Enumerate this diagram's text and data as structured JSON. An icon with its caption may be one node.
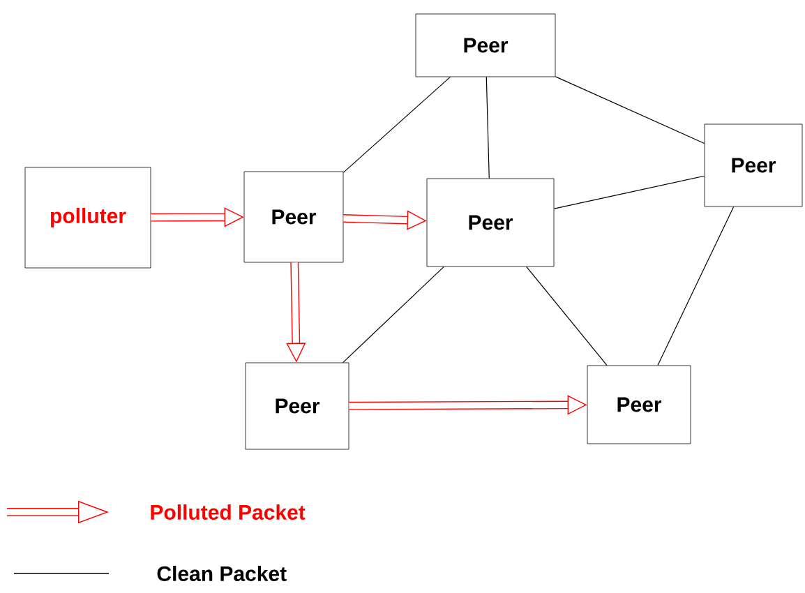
{
  "diagram": {
    "nodes": [
      {
        "text": [
          "polluter"
        ]
      },
      {
        "text": [
          "Peer"
        ]
      },
      {
        "text": [
          "Peer"
        ]
      },
      {
        "text": [
          "Peer"
        ]
      },
      {
        "text": [
          "Peer"
        ]
      },
      {
        "text": [
          "Peer"
        ]
      },
      {
        "text": [
          "Peer"
        ]
      }
    ],
    "edges": [
      {
        "from": 0,
        "to": 1,
        "arrow": "to",
        "style": "thick",
        "color": "#ff0000"
      },
      {
        "from": 1,
        "to": 3,
        "arrow": "to",
        "style": "thick",
        "color": "#ff0000"
      },
      {
        "from": 1,
        "to": 5,
        "arrow": "to",
        "style": "thick",
        "color": "#ff0000"
      },
      {
        "from": 5,
        "to": 6,
        "arrow": "to",
        "style": "thick",
        "color": "#ff0000"
      },
      {
        "from": 1,
        "to": 2,
        "arrow": "none"
      },
      {
        "from": 2,
        "to": 3,
        "arrow": "none"
      },
      {
        "from": 2,
        "to": 4,
        "arrow": "none"
      },
      {
        "from": 3,
        "to": 4,
        "arrow": "none"
      },
      {
        "from": 3,
        "to": 5,
        "arrow": "none"
      },
      {
        "from": 3,
        "to": 6,
        "arrow": "none"
      },
      {
        "from": 4,
        "to": 6,
        "arrow": "none"
      }
    ],
    "legend": [
      {
        "text": "Polluted Packet"
      },
      {
        "text": "Clean Packet"
      }
    ]
  }
}
